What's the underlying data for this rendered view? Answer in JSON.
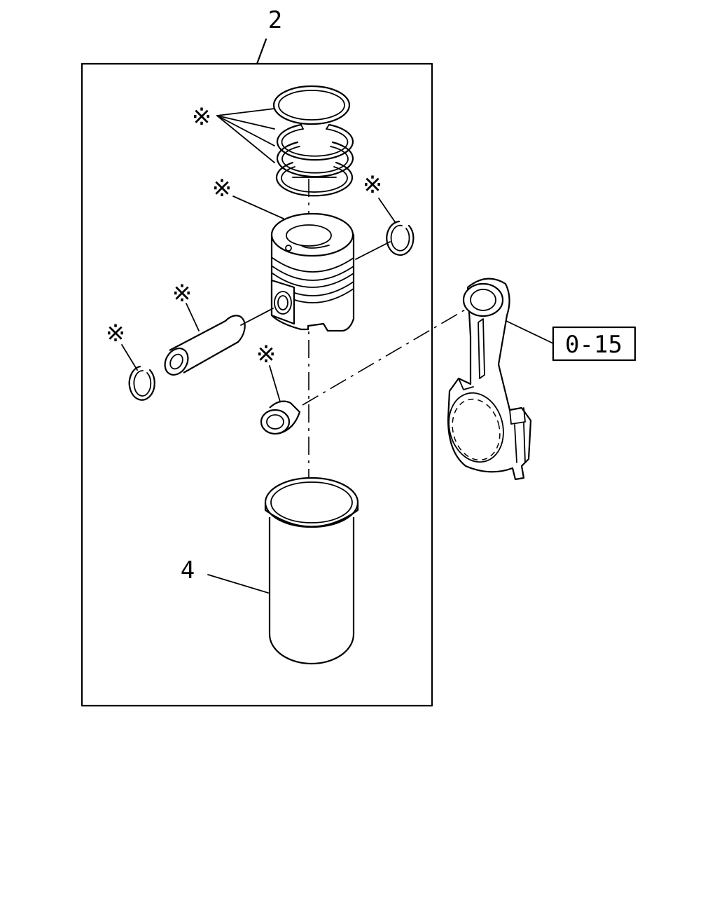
{
  "labels": {
    "assembly_number": "2",
    "liner_number": "4",
    "conrod_reference": "0-15",
    "asterisk": "※"
  }
}
